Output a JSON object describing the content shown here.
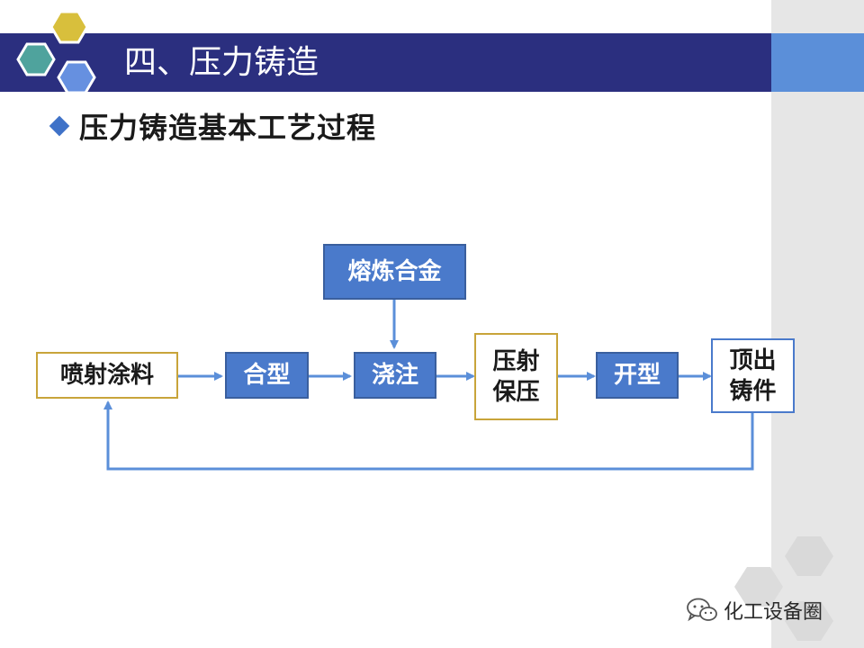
{
  "header": {
    "title": "四、压力铸造"
  },
  "section": {
    "subtitle": "压力铸造基本工艺过程"
  },
  "diagram": {
    "nodes": {
      "melt_alloy": "熔炼合金",
      "spray_coating": "喷射涂料",
      "close_mold": "合型",
      "pouring": "浇注",
      "press_shot_line1": "压射",
      "press_shot_line2": "保压",
      "open_mold": "开型",
      "eject_line1": "顶出",
      "eject_line2": "铸件"
    }
  },
  "watermark": {
    "text": "化工设备圈",
    "icon": "wechat-icon"
  },
  "colors": {
    "title_bar": "#2b2f7f",
    "accent_blue": "#5b8fd9",
    "node_fill": "#4a7acb",
    "gold_border": "#c8a43a",
    "arrow": "#5b8fd9",
    "hex_yellow": "#d8bf3c",
    "hex_teal": "#4fa39d",
    "hex_blue": "#6690e0"
  }
}
